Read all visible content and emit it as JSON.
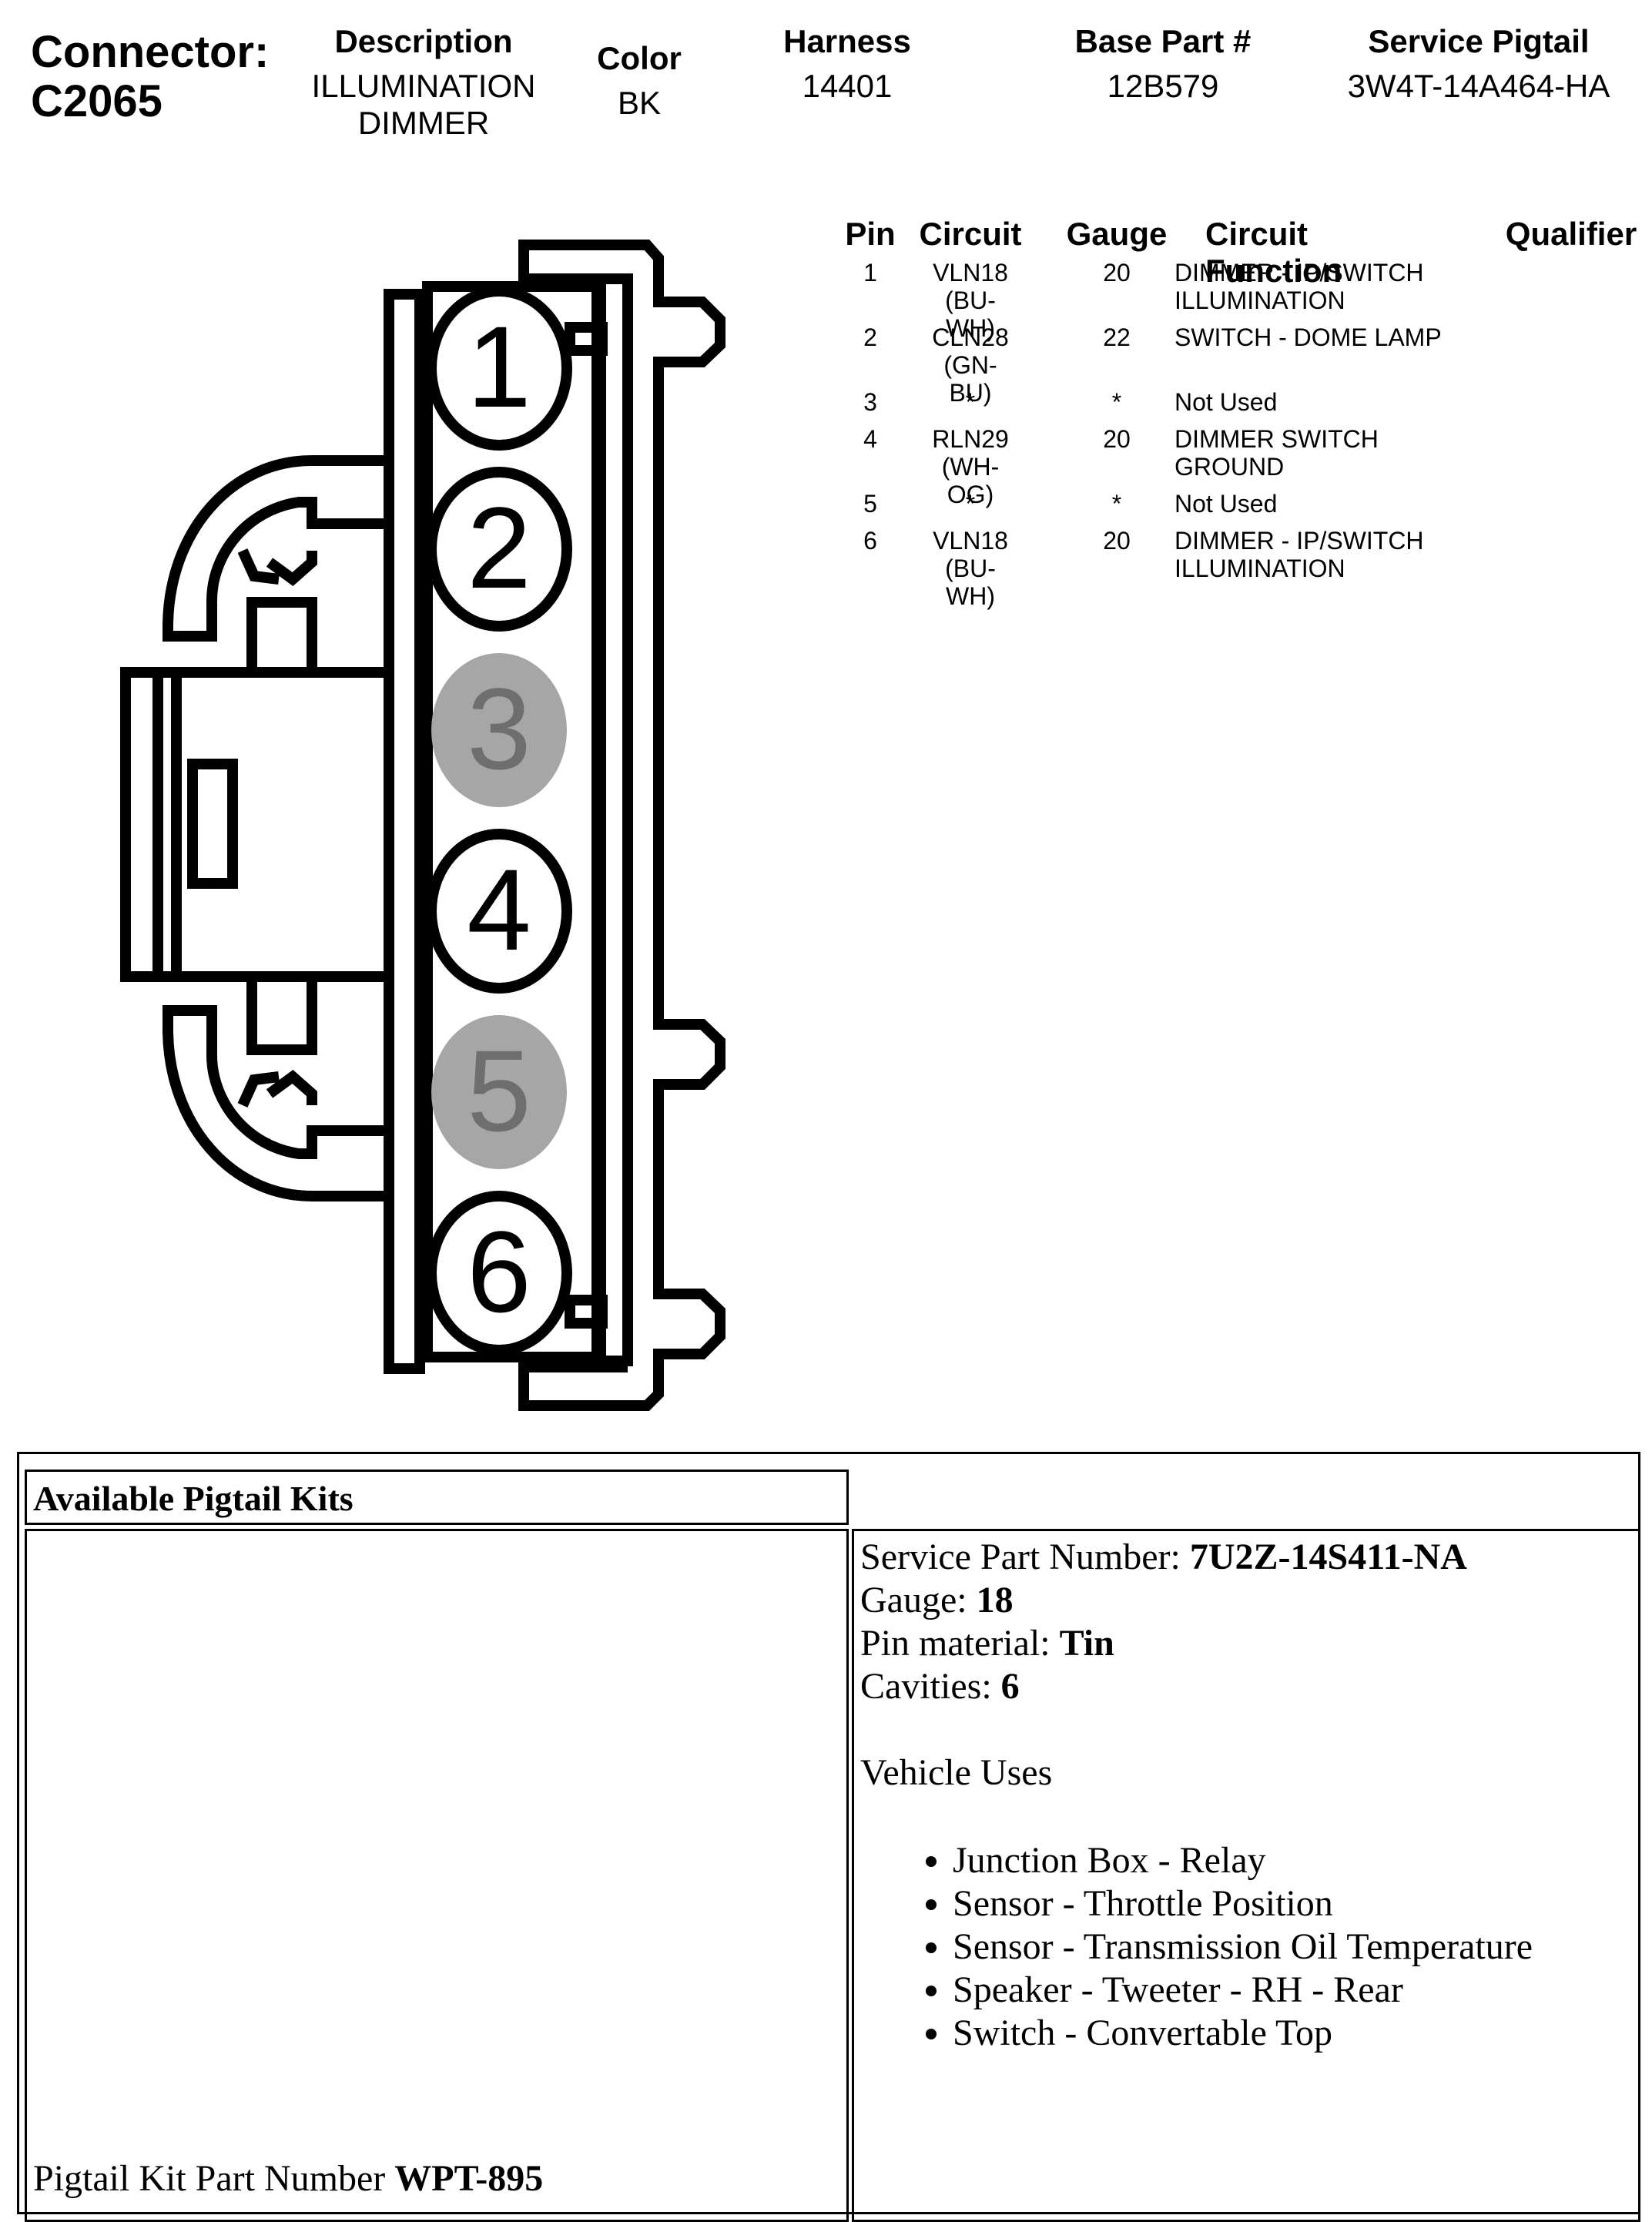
{
  "header": {
    "connector_label": "Connector:",
    "connector_id": "C2065",
    "description_label": "Description",
    "description_line1": "ILLUMINATION",
    "description_line2": "DIMMER",
    "color_label": "Color",
    "color_value": "BK",
    "harness_label": "Harness",
    "harness_value": "14401",
    "base_part_label": "Base Part #",
    "base_part_value": "12B579",
    "pigtail_label": "Service Pigtail",
    "pigtail_value": "3W4T-14A464-HA"
  },
  "diagram": {
    "pins": [
      {
        "number": "1",
        "used": true
      },
      {
        "number": "2",
        "used": true
      },
      {
        "number": "3",
        "used": false
      },
      {
        "number": "4",
        "used": true
      },
      {
        "number": "5",
        "used": false
      },
      {
        "number": "6",
        "used": true
      }
    ],
    "used_color": "#ffffff",
    "unused_color": "#a6a6a6"
  },
  "pin_table": {
    "headers": {
      "pin": "Pin",
      "circuit": "Circuit",
      "gauge": "Gauge",
      "function": "Circuit Function",
      "qualifier": "Qualifier"
    },
    "rows": [
      {
        "pin": "1",
        "circuit": [
          "VLN18 (BU-",
          "WH)"
        ],
        "gauge": "20",
        "function": [
          "DIMMER - IP/SWITCH",
          "ILLUMINATION"
        ]
      },
      {
        "pin": "2",
        "circuit": [
          "CLN28 (GN-",
          "BU)"
        ],
        "gauge": "22",
        "function": [
          "SWITCH - DOME LAMP"
        ]
      },
      {
        "pin": "3",
        "circuit": [
          "*"
        ],
        "gauge": "*",
        "function": [
          "Not Used"
        ]
      },
      {
        "pin": "4",
        "circuit": [
          "RLN29 (WH-",
          "OG)"
        ],
        "gauge": "20",
        "function": [
          "DIMMER SWITCH",
          "GROUND"
        ]
      },
      {
        "pin": "5",
        "circuit": [
          "*"
        ],
        "gauge": "*",
        "function": [
          "Not Used"
        ]
      },
      {
        "pin": "6",
        "circuit": [
          "VLN18 (BU-",
          "WH)"
        ],
        "gauge": "20",
        "function": [
          "DIMMER - IP/SWITCH",
          "ILLUMINATION"
        ]
      }
    ]
  },
  "kits": {
    "title": "Available Pigtail Kits",
    "kit_part_label": "Pigtail Kit Part Number ",
    "kit_part_value": "WPT-895",
    "service_part_label": "Service Part Number: ",
    "service_part_value": "7U2Z-14S411-NA",
    "gauge_label": "Gauge: ",
    "gauge_value": "18",
    "pin_material_label": "Pin material: ",
    "pin_material_value": "Tin",
    "cavities_label": "Cavities: ",
    "cavities_value": "6",
    "vehicle_uses_label": "Vehicle Uses",
    "vehicle_uses": [
      "Junction Box - Relay",
      "Sensor - Throttle Position",
      "Sensor - Transmission Oil Temperature",
      "Speaker - Tweeter - RH - Rear",
      "Switch - Convertable Top"
    ]
  }
}
